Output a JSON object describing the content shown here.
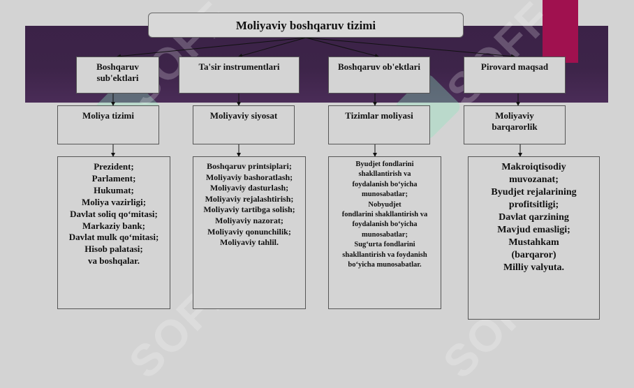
{
  "title": "Moliyaviy boshqaruv tizimi",
  "columns": [
    {
      "header": "Boshqaruv sub'ektlari",
      "sub": "Moliya tizimi",
      "items": [
        "Prezident;",
        "Parlament;",
        "Hukumat;",
        "Moliya vazirligi;",
        "Davlat soliq qo‘mitasi;",
        "Markaziy bank;",
        "Davlat mulk qo‘mitasi;",
        "Hisob palatasi;",
        "va boshqalar."
      ]
    },
    {
      "header": "Ta'sir instrumentlari",
      "sub": "Moliyaviy siyosat",
      "items": [
        "Boshqaruv printsiplari;",
        "Moliyaviy bashoratlash;",
        "Moliyaviy dasturlash;",
        "Moliyaviy rejalashtirish;",
        "Moliyaviy tartibga solish;",
        "Moliyaviy nazorat;",
        "Moliyaviy qonunchilik;",
        "Moliyaviy tahlil."
      ]
    },
    {
      "header": "Boshqaruv ob'ektlari",
      "sub": "Tizimlar moliyasi",
      "items": [
        "Byudjet fondlarini",
        "shakllantirish va",
        "foydalanish bo‘yicha",
        "munosabatlar;",
        "Nobyudjet",
        "fondlarini shakllantirish va",
        "foydalanish bo‘yicha",
        "munosabatlar;",
        "Sug‘urta fondlarini",
        "shakllantirish va foydanish",
        "bo‘yicha munosabatlar."
      ]
    },
    {
      "header": "Pirovard maqsad",
      "sub": "Moliyaviy barqarorlik",
      "items": [
        "Makroiqtisodiy",
        "muvozanat;",
        "Byudjet rejalarining",
        "profitsitligi;",
        "Davlat qarzining",
        "Mavjud emasligi;",
        "Mustahkam",
        "(barqaror)",
        "Milliy valyuta."
      ]
    }
  ],
  "watermark": "SOFF",
  "colors": {
    "band": "#3d2449",
    "accent": "#a0114f",
    "page": "#d3d3d3",
    "box": "#d4d4d4"
  }
}
